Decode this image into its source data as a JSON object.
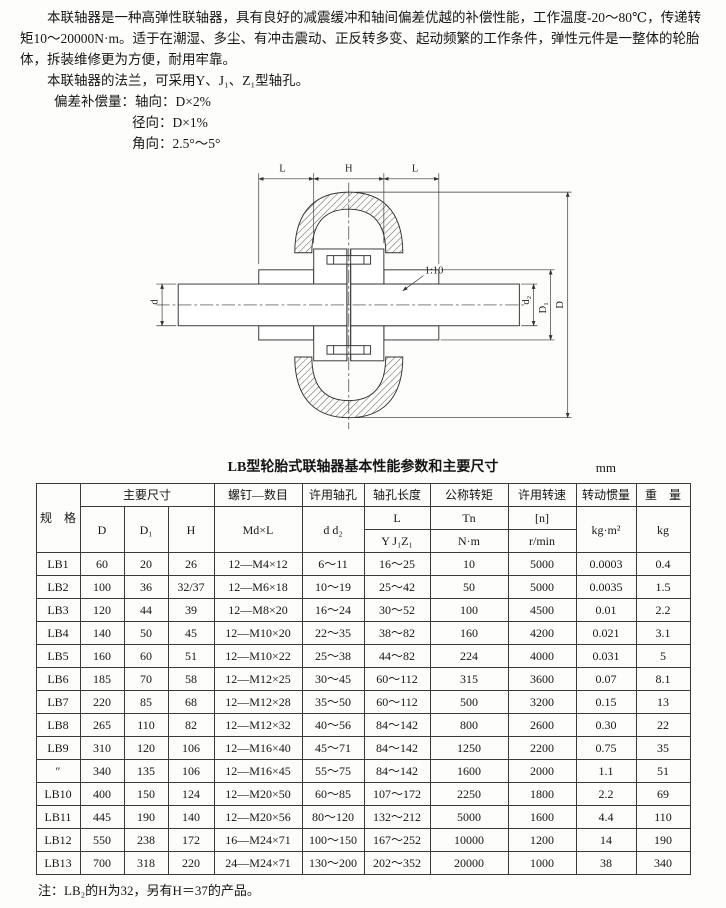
{
  "intro": {
    "p1": "本联轴器是一种高弹性联轴器，具有良好的减震缓冲和轴间偏差优越的补偿性能，工作温度-20～80℃，传递转矩10～20000N·m。适于在潮湿、多尘、有冲击震动、正反转多变、起动频繁的工作条件，弹性元件是一整体的轮胎体，拆装维修更为方便，耐用牢靠。",
    "p2": "本联轴器的法兰，可采用Y、J₁、Z₁型轴孔。",
    "offset_label": "偏差补偿量：",
    "offsets": [
      "轴向：D×2%",
      "径向：D×1%",
      "角向：2.5°～5°"
    ]
  },
  "drawing": {
    "dims": {
      "L_left": "L",
      "H": "H",
      "L_right": "L",
      "d": "d",
      "d2": "d₂",
      "D1": "D₁",
      "D": "D",
      "taper": "1:10"
    }
  },
  "table": {
    "title": "LB型轮胎式联轴器基本性能参数和主要尺寸",
    "unit": "mm",
    "header": {
      "spec": "规　格",
      "main_dims": "主要尺寸",
      "d": "D",
      "d1": "D₁",
      "h": "H",
      "screws": "螺钉—数目",
      "screws_sub": "Md×L",
      "bore": "许用轴孔",
      "bore_sub": "d d₂",
      "bore_len": "轴孔长度",
      "bore_len_l": "L",
      "bore_len_sub": "Y J₁Z₁",
      "torque": "公称转矩",
      "torque_sym": "Tn",
      "torque_unit": "N·m",
      "speed": "许用转速",
      "speed_sym": "[n]",
      "speed_unit": "r/min",
      "inertia": "转动惯量",
      "inertia_unit": "kg·m²",
      "weight": "重　量",
      "weight_unit": "kg"
    },
    "rows": [
      [
        "LB1",
        "60",
        "20",
        "26",
        "12—M4×12",
        "6～11",
        "16～25",
        "10",
        "5000",
        "0.0003",
        "0.4"
      ],
      [
        "LB2",
        "100",
        "36",
        "32/37",
        "12—M6×18",
        "10～19",
        "25～42",
        "50",
        "5000",
        "0.0035",
        "1.5"
      ],
      [
        "LB3",
        "120",
        "44",
        "39",
        "12—M8×20",
        "16～24",
        "30～52",
        "100",
        "4500",
        "0.01",
        "2.2"
      ],
      [
        "LB4",
        "140",
        "50",
        "45",
        "12—M10×20",
        "22～35",
        "38～82",
        "160",
        "4200",
        "0.021",
        "3.1"
      ],
      [
        "LB5",
        "160",
        "60",
        "51",
        "12—M10×22",
        "25～38",
        "44～82",
        "224",
        "4000",
        "0.031",
        "5"
      ],
      [
        "LB6",
        "185",
        "70",
        "58",
        "12—M12×25",
        "30～45",
        "60～112",
        "315",
        "3600",
        "0.07",
        "8.1"
      ],
      [
        "LB7",
        "220",
        "85",
        "68",
        "12—M12×28",
        "35～50",
        "60～112",
        "500",
        "3200",
        "0.15",
        "13"
      ],
      [
        "LB8",
        "265",
        "110",
        "82",
        "12—M12×32",
        "40～56",
        "84～142",
        "800",
        "2600",
        "0.30",
        "22"
      ],
      [
        "LB9",
        "310",
        "120",
        "106",
        "12—M16×40",
        "45～71",
        "84～142",
        "1250",
        "2200",
        "0.75",
        "35"
      ],
      [
        "″",
        "340",
        "135",
        "106",
        "12—M16×45",
        "55～75",
        "84～142",
        "1600",
        "2000",
        "1.1",
        "51"
      ],
      [
        "LB10",
        "400",
        "150",
        "124",
        "12—M20×50",
        "60～85",
        "107～172",
        "2250",
        "1800",
        "2.2",
        "69"
      ],
      [
        "LB11",
        "445",
        "190",
        "140",
        "12—M20×56",
        "80～120",
        "132～212",
        "5000",
        "1600",
        "4.4",
        "110"
      ],
      [
        "LB12",
        "550",
        "238",
        "172",
        "16—M24×71",
        "100～150",
        "167～252",
        "10000",
        "1200",
        "14",
        "190"
      ],
      [
        "LB13",
        "700",
        "318",
        "220",
        "24—M24×71",
        "130～200",
        "202～352",
        "20000",
        "1000",
        "38",
        "340"
      ]
    ]
  },
  "footnote": "注：LB₂的H为32，另有H＝37的产品。"
}
